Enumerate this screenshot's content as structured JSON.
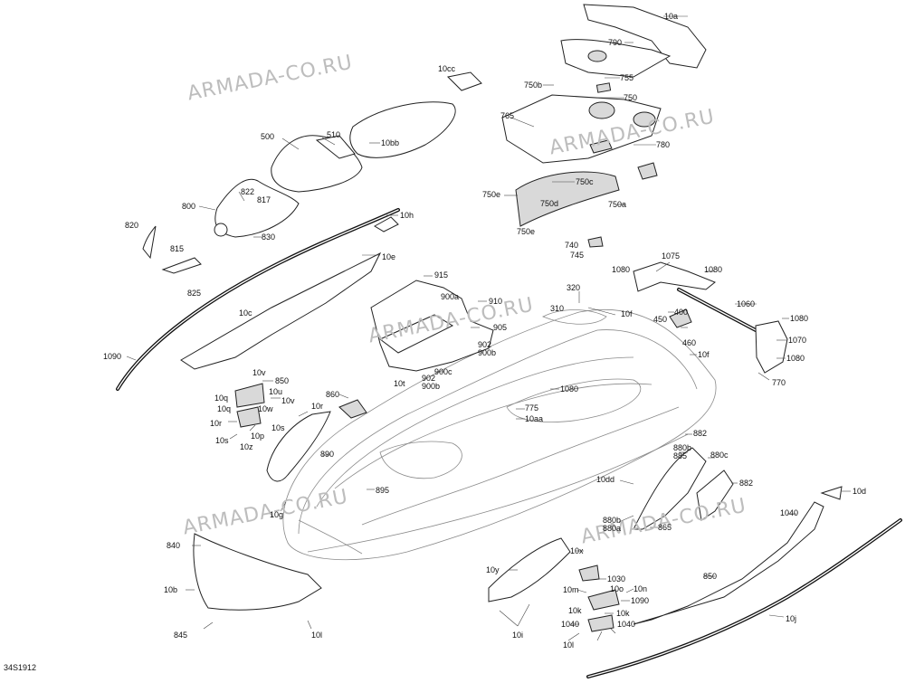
{
  "diagram": {
    "reference": "34S1912",
    "watermark": "ARMADA-CO.RU",
    "callouts": [
      "10a",
      "790",
      "755",
      "10cc",
      "750b",
      "750",
      "765",
      "10bb",
      "500",
      "510",
      "780",
      "750c",
      "750e",
      "750d",
      "750a",
      "822",
      "817",
      "800",
      "830",
      "10h",
      "820",
      "815",
      "825",
      "10e",
      "740",
      "745",
      "750e",
      "915",
      "320",
      "1080",
      "1075",
      "1080",
      "900a",
      "910",
      "310",
      "10f",
      "1060",
      "10c",
      "400",
      "905",
      "450",
      "460",
      "1080",
      "1070",
      "902",
      "900b",
      "10f",
      "1080",
      "1090",
      "850",
      "10v",
      "10u",
      "10v",
      "900c",
      "902",
      "900b",
      "10t",
      "10q",
      "10q",
      "10w",
      "1080",
      "770",
      "775",
      "10aa",
      "860",
      "10r",
      "10r",
      "10s",
      "10s",
      "10p",
      "10z",
      "890",
      "882",
      "880b",
      "885",
      "880c",
      "10dd",
      "895",
      "882",
      "880b",
      "880a",
      "865",
      "10g",
      "10d",
      "1040",
      "840",
      "10y",
      "10x",
      "1030",
      "10b",
      "850",
      "10o",
      "10m",
      "10n",
      "1090",
      "10j",
      "10k",
      "10k",
      "1040",
      "1040",
      "845",
      "10l",
      "10i",
      "10l"
    ]
  }
}
